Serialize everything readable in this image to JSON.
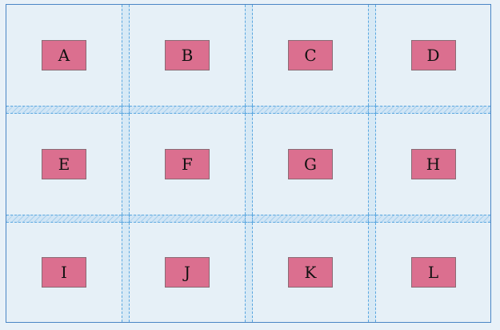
{
  "items": [
    {
      "label": "A"
    },
    {
      "label": "B"
    },
    {
      "label": "C"
    },
    {
      "label": "D"
    },
    {
      "label": "E"
    },
    {
      "label": "F"
    },
    {
      "label": "G"
    },
    {
      "label": "H"
    },
    {
      "label": "I"
    },
    {
      "label": "J"
    },
    {
      "label": "K"
    },
    {
      "label": "L"
    }
  ],
  "colors": {
    "item_fill": "#db6f8f",
    "frame_border": "#4a86c5",
    "gutter_line": "#5aa7e0",
    "background": "#e6f0f7"
  }
}
